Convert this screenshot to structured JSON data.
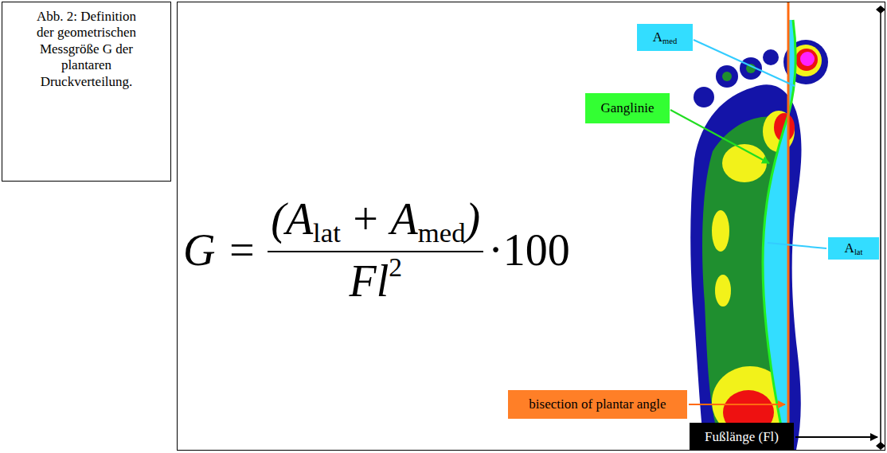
{
  "diagram": {
    "nodes": [
      {
        "text": [
          "Abb. 2: Definition der geometrischen Messgröße G der plantaren Druckverteilung."
        ]
      },
      {
        "text": [
          "A",
          "med"
        ]
      },
      {
        "text": [
          "Ganglinie"
        ]
      },
      {
        "text": [
          "A",
          "lat"
        ]
      },
      {
        "text": [
          "bisection of plantar angle"
        ]
      },
      {
        "text": [
          "Fußlänge (Fl)"
        ]
      }
    ],
    "labels": [
      "G =",
      "(A",
      "lat",
      "+ A",
      "med",
      ")",
      "Fl",
      "2",
      "·100"
    ]
  }
}
